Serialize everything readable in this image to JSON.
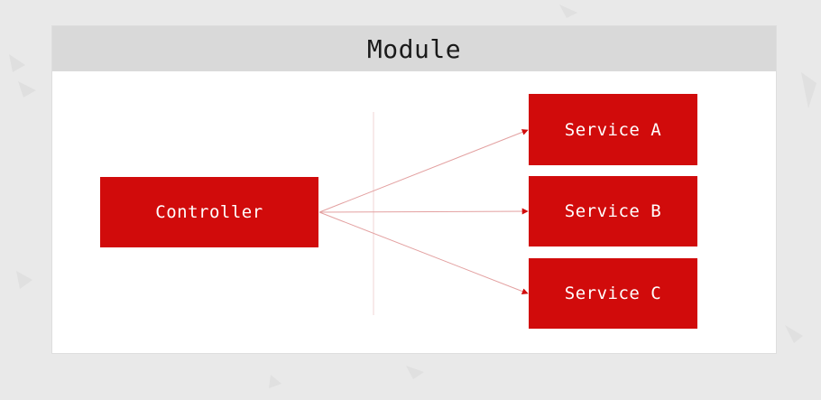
{
  "module": {
    "title": "Module"
  },
  "nodes": {
    "controller": "Controller",
    "service_a": "Service A",
    "service_b": "Service B",
    "service_c": "Service C"
  },
  "colors": {
    "node_fill": "#d10b0b",
    "edge": "#d10b0b",
    "header": "#d9d9d9",
    "background": "#e9e9e9"
  }
}
